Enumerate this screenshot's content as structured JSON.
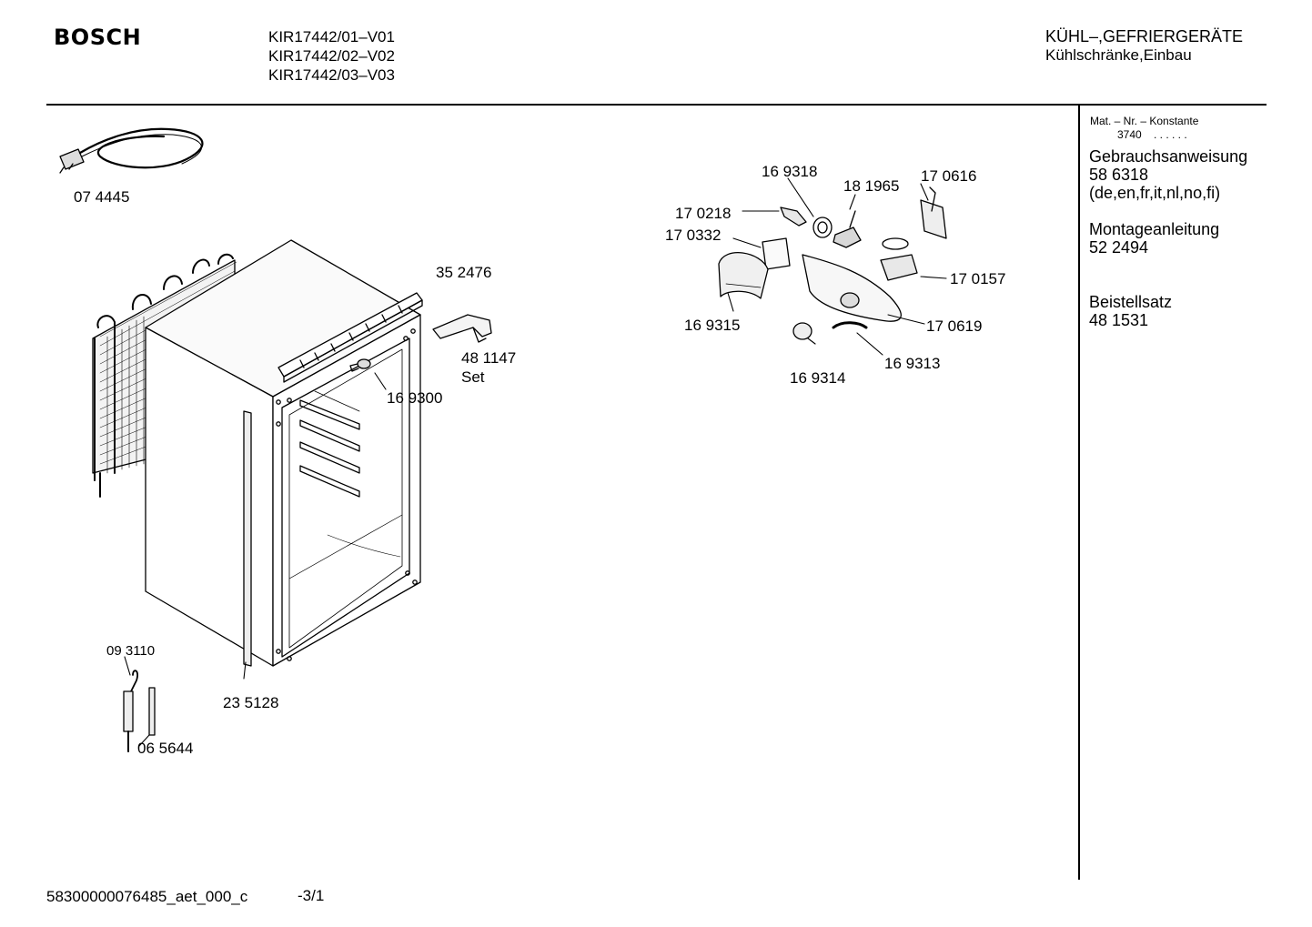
{
  "header": {
    "brand": "BOSCH",
    "models": [
      "KIR17442/01–V01",
      "KIR17442/02–V02",
      "KIR17442/03–V03"
    ],
    "category": "KÜHL–,GEFRIERGERÄTE",
    "subcategory": "Kühlschränke,Einbau"
  },
  "sidebar": {
    "mat_label": "Mat. – Nr. – Konstante",
    "mat_value": "3740",
    "mat_dots": ". . . . . .",
    "docs": [
      {
        "title": "Gebrauchsanweisung",
        "number": "58 6318",
        "note": "(de,en,fr,it,nl,no,fi)"
      },
      {
        "title": "Montageanleitung",
        "number": "52 2494"
      },
      {
        "title": "Beistellsatz",
        "number": "48 1531"
      }
    ]
  },
  "parts": {
    "p074445": "07 4445",
    "p352476": "35 2476",
    "p481147": "48 1147",
    "p481147_set": "Set",
    "p169300": "16 9300",
    "p093110": "09 3110",
    "p065644": "06 5644",
    "p235128": "23 5128",
    "p169318": "16 9318",
    "p181965": "18 1965",
    "p170616": "17 0616",
    "p170218": "17 0218",
    "p170332": "17 0332",
    "p170157": "17 0157",
    "p169315": "16 9315",
    "p170619": "17 0619",
    "p169314": "16 9314",
    "p169313": "16 9313"
  },
  "footer": {
    "doc_id": "58300000076485_aet_000_c",
    "page": "-3/1"
  }
}
